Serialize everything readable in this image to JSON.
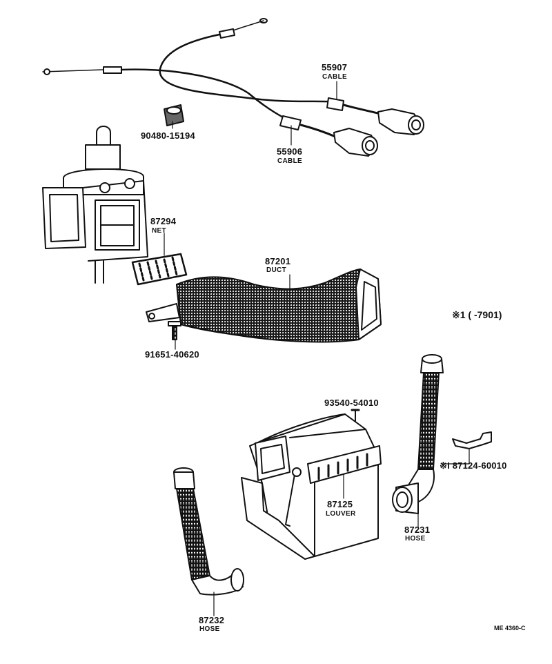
{
  "parts": {
    "cable_55907": {
      "number": "55907",
      "name": "CABLE"
    },
    "cable_55906": {
      "number": "55906",
      "name": "CABLE"
    },
    "grommet": {
      "number": "90480-15194"
    },
    "net": {
      "number": "87294",
      "name": "NET"
    },
    "duct": {
      "number": "87201",
      "name": "DUCT"
    },
    "bolt": {
      "number": "91651-40620"
    },
    "screw": {
      "number": "93540-54010"
    },
    "louver": {
      "number": "87125",
      "name": "LOUVER"
    },
    "bracket": {
      "number": "※I 87124-60010"
    },
    "hose_87231": {
      "number": "87231",
      "name": "HOSE"
    },
    "hose_87232": {
      "number": "87232",
      "name": "HOSE"
    }
  },
  "note": "※1 (      -7901)",
  "figure_code": "ME 4360-C",
  "colors": {
    "ink": "#111111",
    "paper": "#ffffff",
    "shade": "#777777"
  }
}
